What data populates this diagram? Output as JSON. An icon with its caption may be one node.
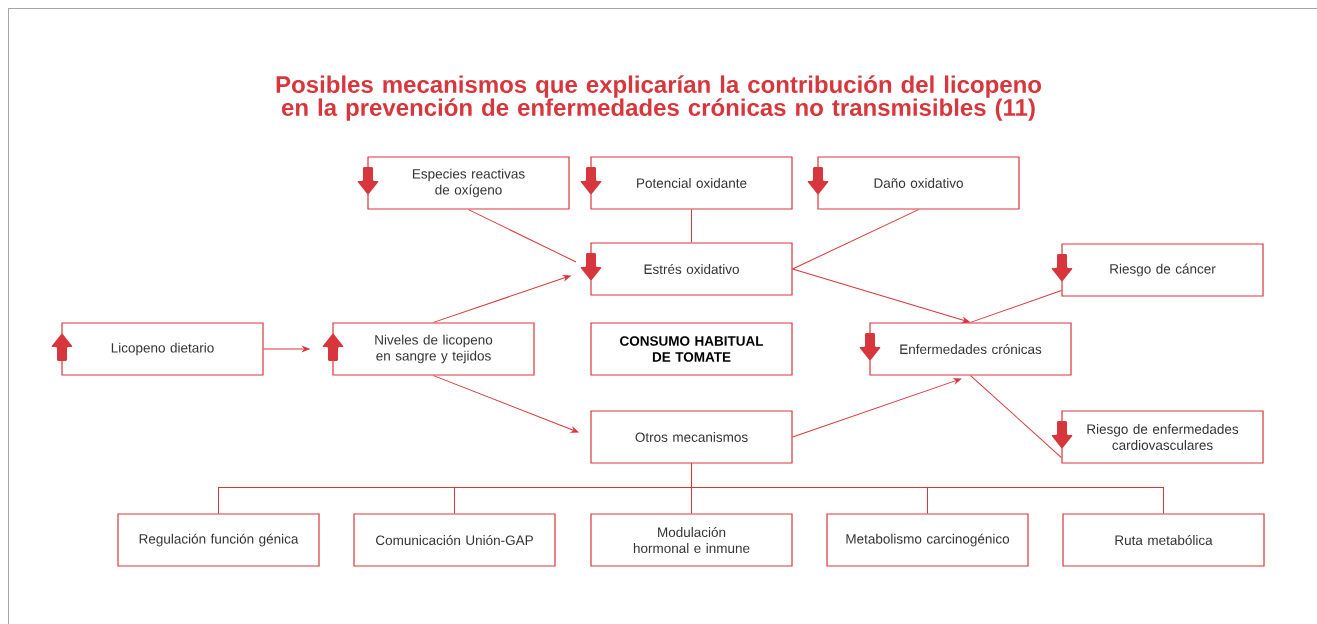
{
  "diagram": {
    "title": "Posibles mecanismos que explicarían la contribución del licopeno en la prevención de enfermedades crónicas no transmisibles (11)",
    "nodes": [
      {
        "text": [
          "Especies reactivas de oxígeno"
        ]
      },
      {
        "text": [
          "Potencial oxidante"
        ]
      },
      {
        "text": [
          "Daño oxidativo"
        ]
      },
      {
        "text": [
          "Estrés oxidativo"
        ]
      },
      {
        "text": [
          "Riesgo de cáncer"
        ]
      },
      {
        "text": [
          "Licopeno dietario"
        ]
      },
      {
        "text": [
          "Niveles de licopeno en sangre y tejidos"
        ]
      },
      {
        "text": [
          "CONSUMO HABITUAL DE TOMATE"
        ]
      },
      {
        "text": [
          "Enfermedades crónicas"
        ]
      },
      {
        "text": [
          "Otros mecanismos"
        ]
      },
      {
        "text": [
          "Riesgo de enfermedades cardiovasculares"
        ]
      },
      {
        "text": [
          "Regulación función génica"
        ]
      },
      {
        "text": [
          "Comunicación Unión-GAP"
        ]
      },
      {
        "text": [
          "Modulación hormonal e inmune"
        ]
      },
      {
        "text": [
          "Metabolismo carcinogénico"
        ]
      },
      {
        "text": [
          "Ruta metabólica"
        ]
      }
    ],
    "edges": [
      {
        "from": 0,
        "to": 3,
        "arrow": "none"
      },
      {
        "from": 1,
        "to": 3,
        "arrow": "none"
      },
      {
        "from": 2,
        "to": 3,
        "arrow": "none"
      },
      {
        "from": 6,
        "to": 3,
        "arrow": "to"
      },
      {
        "from": 3,
        "to": 8,
        "arrow": "to"
      },
      {
        "from": 5,
        "to": 6,
        "arrow": "to"
      },
      {
        "from": 6,
        "to": 9,
        "arrow": "to"
      },
      {
        "from": 9,
        "to": 8,
        "arrow": "to"
      },
      {
        "from": 8,
        "to": 4,
        "arrow": "none"
      },
      {
        "from": 8,
        "to": 10,
        "arrow": "none"
      },
      {
        "from": 9,
        "to": 11,
        "arrow": "none"
      },
      {
        "from": 9,
        "to": 12,
        "arrow": "none"
      },
      {
        "from": 9,
        "to": 13,
        "arrow": "none"
      },
      {
        "from": 9,
        "to": 14,
        "arrow": "none"
      },
      {
        "from": 9,
        "to": 15,
        "arrow": "none"
      }
    ]
  }
}
